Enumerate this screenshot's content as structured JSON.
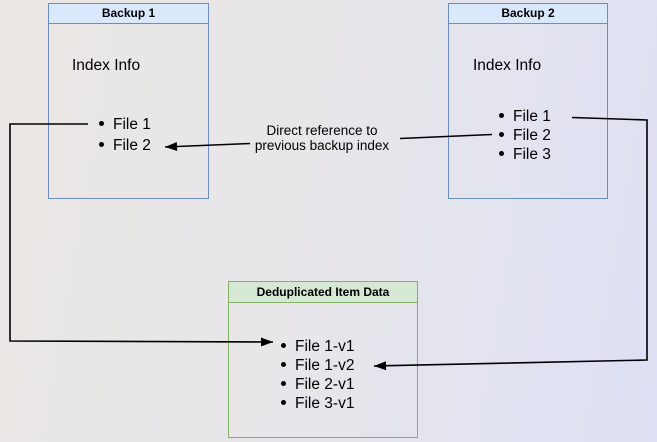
{
  "backup1": {
    "title": "Backup 1",
    "subtitle": "Index Info",
    "items": [
      "File 1",
      "File 2"
    ]
  },
  "backup2": {
    "title": "Backup 2",
    "subtitle": "Index Info",
    "items": [
      "File 1",
      "File 2",
      "File 3"
    ]
  },
  "dedup": {
    "title": "Deduplicated Item Data",
    "items": [
      "File 1-v1",
      "File 1-v2",
      "File 2-v1",
      "File 3-v1"
    ]
  },
  "edge_label": {
    "line1": "Direct reference to",
    "line2": "previous backup index"
  },
  "colors": {
    "blue_fill": "#dae8fc",
    "blue_stroke": "#6c8ebf",
    "green_fill": "#d5e8d4",
    "green_stroke": "#82b366",
    "arrow": "#000000",
    "text": "#000000"
  }
}
